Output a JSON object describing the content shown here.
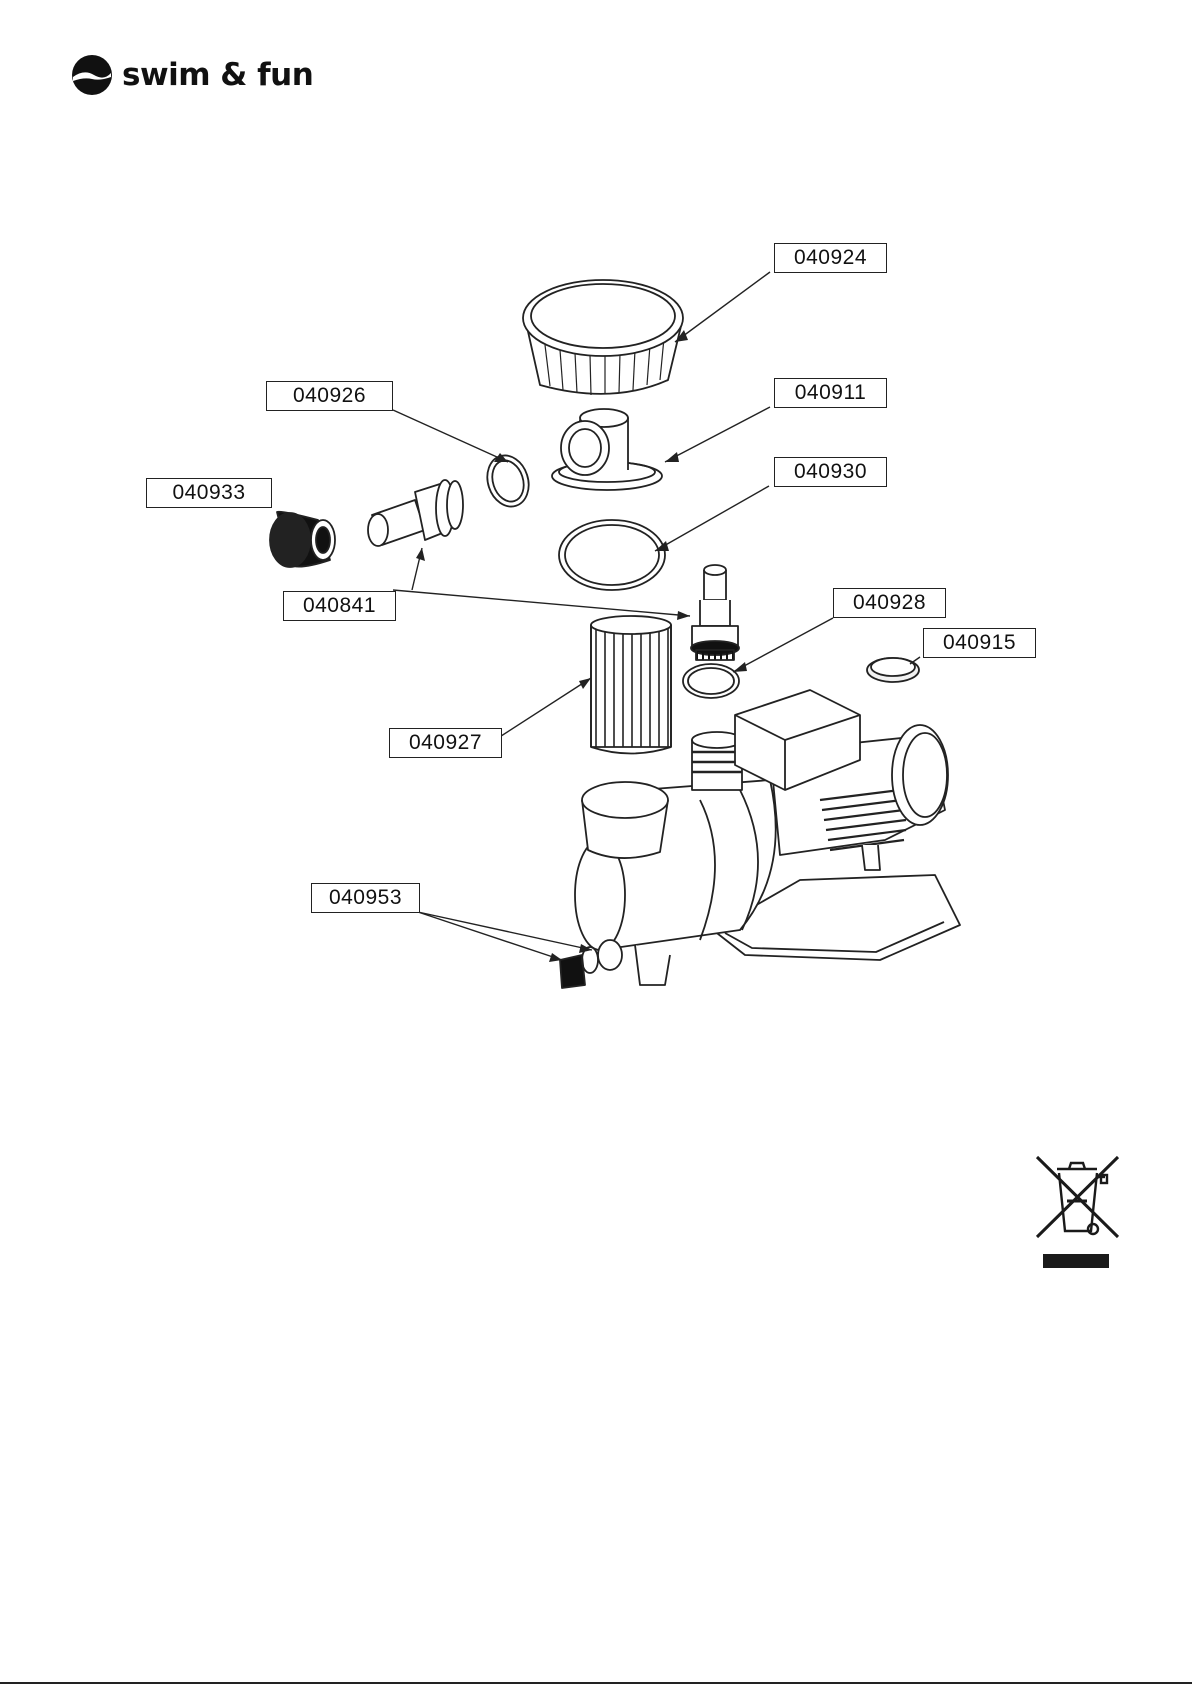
{
  "brand": {
    "name": "swim & fun"
  },
  "parts": [
    {
      "id": "cap",
      "label": "040924"
    },
    {
      "id": "oring-small",
      "label": "040926"
    },
    {
      "id": "inlet-elbow",
      "label": "040911"
    },
    {
      "id": "oring-large",
      "label": "040930"
    },
    {
      "id": "union-nut",
      "label": "040933"
    },
    {
      "id": "hose-adapter",
      "label": "040841"
    },
    {
      "id": "oring-outlet",
      "label": "040928"
    },
    {
      "id": "drain-plug-cap",
      "label": "040915"
    },
    {
      "id": "strainer-basket",
      "label": "040927"
    },
    {
      "id": "drain-plug",
      "label": "040953"
    }
  ],
  "icons": {
    "weee": "crossed-out-wheelie-bin-icon",
    "logo": "swim-fun-logo-icon"
  },
  "colors": {
    "ink": "#1a1a1a",
    "paper": "#ffffff"
  }
}
